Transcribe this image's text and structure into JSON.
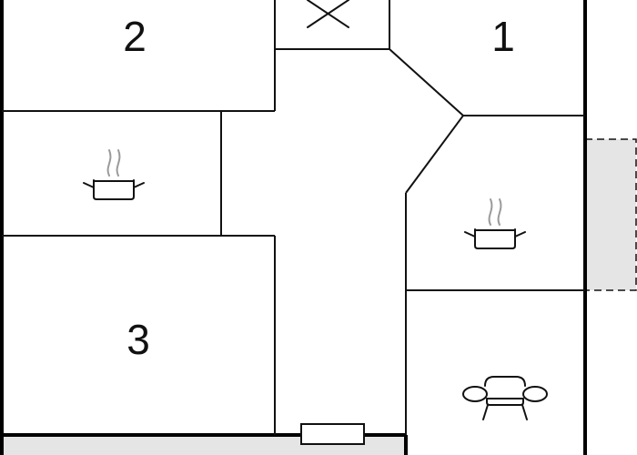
{
  "floorplan": {
    "rooms": [
      {
        "id": "bedroom-2",
        "number": "2"
      },
      {
        "id": "bedroom-1",
        "number": "1"
      },
      {
        "id": "bedroom-3",
        "number": "3"
      }
    ],
    "icons": [
      "kitchen-pot-icon",
      "kitchen-pot-icon",
      "sofa-icon",
      "chimney-cross-icon",
      "window-icon"
    ],
    "colors": {
      "wall": "#111111",
      "terrace_fill": "#e5e5e5",
      "steam": "#9a9a9a",
      "background": "#ffffff"
    }
  }
}
